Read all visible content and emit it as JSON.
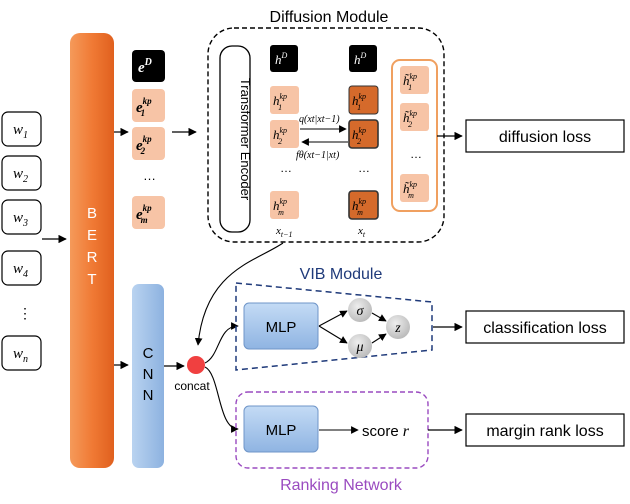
{
  "inputs": [
    {
      "base": "w",
      "sub": "1"
    },
    {
      "base": "w",
      "sub": "2"
    },
    {
      "base": "w",
      "sub": "3"
    },
    {
      "base": "w",
      "sub": "4"
    },
    {
      "base": "w",
      "sub": "n"
    }
  ],
  "input_dots": "⋮",
  "bert_letters": [
    "B",
    "E",
    "R",
    "T"
  ],
  "cnn_letters": [
    "C",
    "N",
    "N"
  ],
  "concat_label": "concat",
  "emb": {
    "eD": {
      "base": "e",
      "sup": "D"
    },
    "items": [
      {
        "base": "e",
        "sup": "kp",
        "sub": "1"
      },
      {
        "base": "e",
        "sup": "kp",
        "sub": "2"
      },
      {
        "base": "e",
        "sup": "kp",
        "sub": "m"
      }
    ],
    "dots": "…"
  },
  "diffusion": {
    "title": "Diffusion Module",
    "encoder_label": "Transformer Encoder",
    "hD": {
      "base": "h",
      "sup": "D"
    },
    "col_left": [
      {
        "base": "h",
        "sup": "kp",
        "sub": "1"
      },
      {
        "base": "h",
        "sup": "kp",
        "sub": "2"
      },
      {
        "base": "h",
        "sup": "kp",
        "sub": "m"
      }
    ],
    "col_right": [
      {
        "base": "h",
        "sup": "kp",
        "sub": "1"
      },
      {
        "base": "h",
        "sup": "kp",
        "sub": "2"
      },
      {
        "base": "h",
        "sup": "kp",
        "sub": "m"
      }
    ],
    "col_out": [
      {
        "base": "h̃",
        "sup": "kp",
        "sub": "1"
      },
      {
        "base": "h̃",
        "sup": "kp",
        "sub": "2"
      },
      {
        "base": "h̃",
        "sup": "kp",
        "sub": "m"
      }
    ],
    "dots": "…",
    "q_label": "q(xt|xt−1)",
    "f_label": "fθ(xt−1|xt)",
    "x_left": {
      "base": "x",
      "sub": "t−1"
    },
    "x_right": {
      "base": "x",
      "sub": "t"
    }
  },
  "vib": {
    "title": "VIB Module",
    "mlp": "MLP",
    "sigma": "σ",
    "mu": "μ",
    "z": "z"
  },
  "ranking": {
    "title": "Ranking Network",
    "mlp": "MLP",
    "score": "score",
    "score_var": "r"
  },
  "losses": {
    "diffusion": "diffusion loss",
    "classification": "classification loss",
    "margin": "margin rank loss"
  },
  "colors": {
    "bert": "#f07a35",
    "cnn": "#9dbfe6",
    "mlp": "#a8c8ee",
    "peach": "#f7c4a6",
    "dark_orange": "#d56a2b",
    "concat": "#f04040",
    "vib_blue": "#1f3a7a",
    "ranking_purple": "#9a4bc0",
    "out_orange": "#f0a060"
  }
}
